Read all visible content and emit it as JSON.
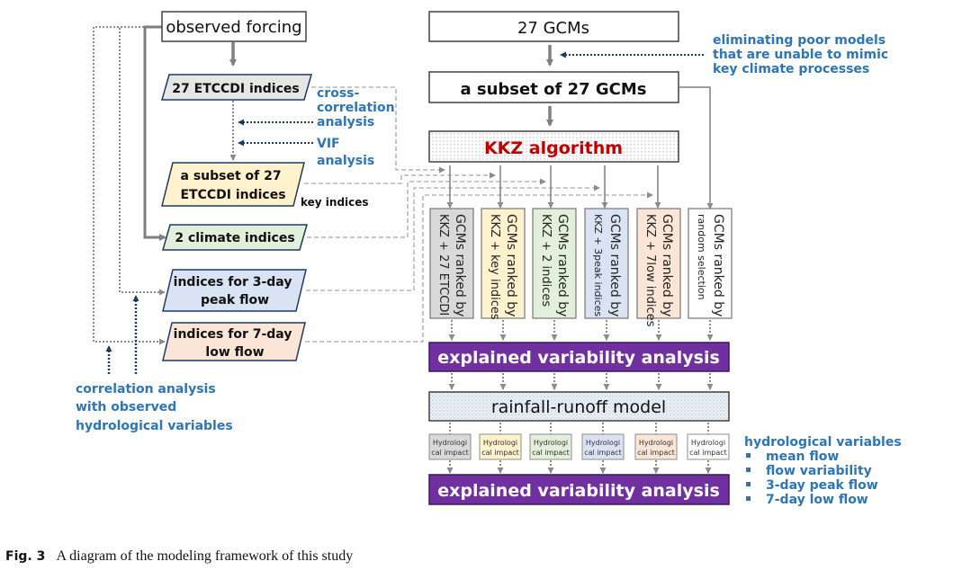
{
  "left": {
    "observed_forcing": "observed forcing",
    "etccdi_27": "27 ETCCDI indices",
    "cross_corr": [
      "cross-",
      "correlation",
      "analysis"
    ],
    "vif": [
      "VIF",
      "analysis"
    ],
    "subset_etccdi": [
      "a subset of 27",
      "ETCCDI indices"
    ],
    "key_indices": "key indices",
    "climate_2": "2 climate indices",
    "peak3": [
      "indices for 3-day",
      "peak flow"
    ],
    "low7": [
      "indices for 7-day",
      "low flow"
    ],
    "corr_note": [
      "correlation analysis",
      "with observed",
      "hydrological variables"
    ]
  },
  "right": {
    "gcms27": "27 GCMs",
    "eliminating_note": [
      "eliminating poor models",
      "that are unable to mimic",
      "key climate processes"
    ],
    "subset_gcms": "a subset of 27 GCMs",
    "kkz": "KKZ algorithm",
    "ranked": [
      {
        "line1": "GCMs ranked by",
        "line2": "KKZ + 27 ETCCDI",
        "fill": "#d9d9d9"
      },
      {
        "line1": "GCMs ranked by",
        "line2": "KKZ + key indices",
        "fill": "#fff2cc"
      },
      {
        "line1": "GCMs ranked by",
        "line2": "KKZ + 2 indices",
        "fill": "#e2efda"
      },
      {
        "line1": "GCMs ranked by",
        "line2": "KKZ + 3peak indices",
        "fill": "#dae3f3"
      },
      {
        "line1": "GCMs ranked by",
        "line2": "KKZ + 7low indices",
        "fill": "#fbe5d6"
      },
      {
        "line1": "GCMs ranked by",
        "line2": "random selection",
        "fill": "#ffffff"
      }
    ],
    "eva1": "explained variability analysis",
    "rainfall_runoff": "rainfall-runoff model",
    "hydro_impact": [
      "Hydrologi",
      "cal impact"
    ],
    "eva2": "explained variability analysis",
    "hydro_vars_title": "hydrological variables",
    "hydro_vars": [
      "mean flow",
      "flow variability",
      "3-day peak flow",
      "7-day low flow"
    ]
  },
  "colors": {
    "purple": "#7030a0",
    "blue_note": "#2e75b6",
    "dark_arrow": "#1f3864",
    "kkz_red": "#c00000",
    "gray_line": "#808080",
    "etccdi_fill": "#e7e6e6",
    "subset_fill": "#fff2cc",
    "climate_fill": "#e2efda",
    "peak_fill": "#dae3f3",
    "low_fill": "#fbe5d6"
  },
  "caption": {
    "label": "Fig. 3",
    "text": "A diagram of the modeling framework of this study"
  }
}
